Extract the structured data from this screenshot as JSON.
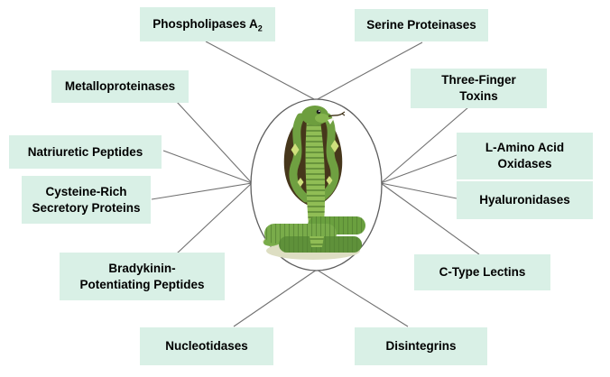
{
  "diagram": {
    "center": {
      "icon": "cobra-snake-illustration"
    },
    "nodes": {
      "phospholipases": {
        "text": "Phospholipases A",
        "sub": "2"
      },
      "serine": {
        "text": "Serine Proteinases"
      },
      "metalloproteinases": {
        "text": "Metalloproteinases"
      },
      "three_finger": {
        "text": "Three-Finger\nToxins"
      },
      "natriuretic": {
        "text": "Natriuretic Peptides"
      },
      "l_amino": {
        "text": "L-Amino Acid\nOxidases"
      },
      "cysteine_rich": {
        "text": "Cysteine-Rich\nSecretory Proteins"
      },
      "hyaluronidases": {
        "text": "Hyaluronidases"
      },
      "bradykinin": {
        "text": "Bradykinin-\nPotentiating Peptides"
      },
      "c_type": {
        "text": "C-Type Lectins"
      },
      "nucleotidases": {
        "text": "Nucleotidases"
      },
      "disintegrins": {
        "text": "Disintegrins"
      }
    },
    "colors": {
      "label_background": "#d9f0e6",
      "label_text": "#000000",
      "connector_line": "#717171",
      "ellipse_stroke": "#5e5e5e",
      "snake_green": "#71a344",
      "snake_light_green": "#90bd55",
      "snake_hood_brown": "#46371b",
      "snake_spot_yellow_green": "#cfe07c",
      "shadow_beige": "#dddec2"
    }
  }
}
